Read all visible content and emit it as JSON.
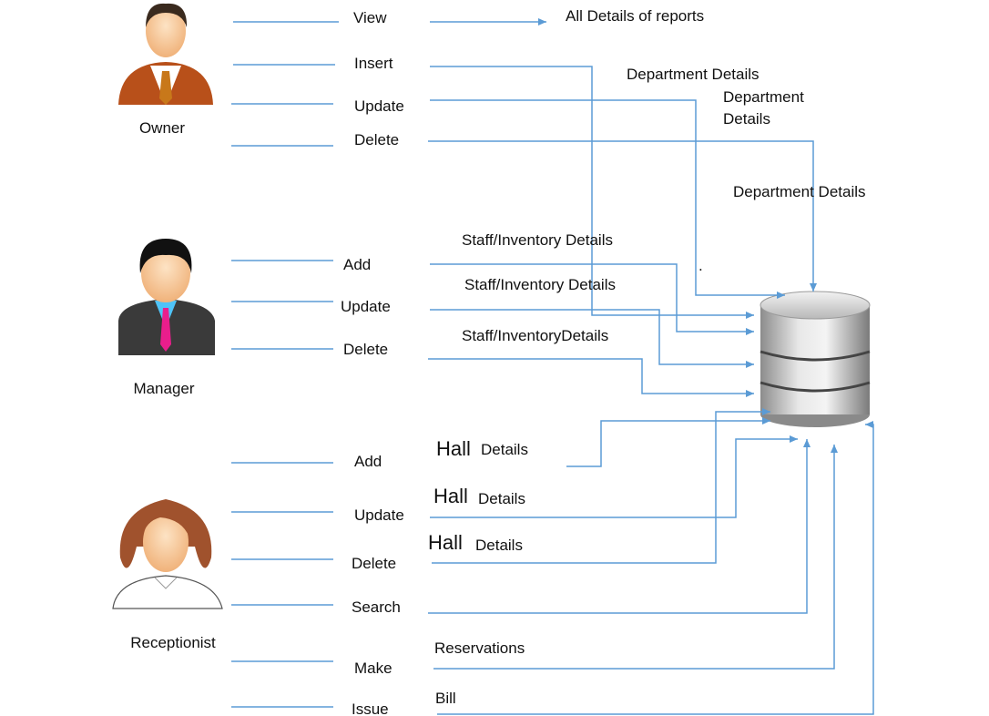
{
  "diagram": {
    "actors": {
      "owner": "Owner",
      "manager": "Manager",
      "receptionist": "Receptionist"
    },
    "owner_actions": {
      "view": "View",
      "insert": "Insert",
      "update": "Update",
      "delete": "Delete"
    },
    "manager_actions": {
      "add": "Add",
      "update": "Update",
      "delete": "Delete"
    },
    "receptionist_actions": {
      "add": "Add",
      "update": "Update",
      "delete": "Delete",
      "search": "Search",
      "make": "Make",
      "issue": "Issue"
    },
    "flow_labels": {
      "all_details_of_reports": "All Details of reports",
      "department_details_1": "Department Details",
      "department_details_2a": "Department",
      "department_details_2b": "Details",
      "department_details_3": "Department Details",
      "staff_inventory_1": "Staff/Inventory Details",
      "staff_inventory_2": "Staff/Inventory Details",
      "staff_inventory_3": "Staff/InventoryDetails",
      "hall_1": "Hall",
      "hall_1_details": "Details",
      "hall_2": "Hall",
      "hall_2_details": "Details",
      "hall_3": "Hall",
      "hall_3_details": "Details",
      "reservations": "Reservations",
      "bill": "Bill",
      "dot": "."
    },
    "colors": {
      "connector": "#5b9bd5"
    }
  }
}
